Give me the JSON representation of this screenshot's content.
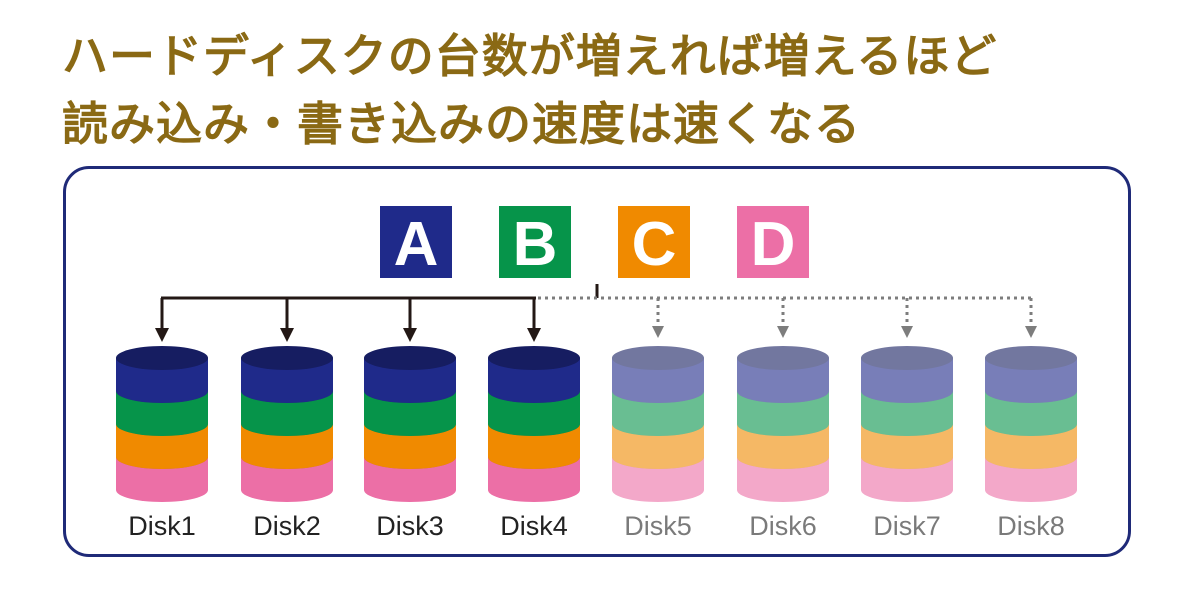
{
  "title": {
    "line1": "ハードディスクの台数が増えれば増えるほど",
    "line2": "読み込み・書き込みの速度は速くなる"
  },
  "blocks": [
    {
      "letter": "A",
      "color": "#1f2a8a"
    },
    {
      "letter": "B",
      "color": "#06944a"
    },
    {
      "letter": "C",
      "color": "#f08a00"
    },
    {
      "letter": "D",
      "color": "#ec6fa6"
    }
  ],
  "disks": [
    {
      "label": "Disk1",
      "active": true
    },
    {
      "label": "Disk2",
      "active": true
    },
    {
      "label": "Disk3",
      "active": true
    },
    {
      "label": "Disk4",
      "active": true
    },
    {
      "label": "Disk5",
      "active": false
    },
    {
      "label": "Disk6",
      "active": false
    },
    {
      "label": "Disk7",
      "active": false
    },
    {
      "label": "Disk8",
      "active": false
    }
  ],
  "colors": {
    "title": "#8a6914",
    "border": "#1f2a78",
    "arrow_solid": "#231815",
    "arrow_dashed": "#7d7d7d",
    "layer_blue": "#1f2a8a",
    "layer_green": "#06944a",
    "layer_orange": "#f08a00",
    "layer_pink": "#ec6fa6"
  }
}
